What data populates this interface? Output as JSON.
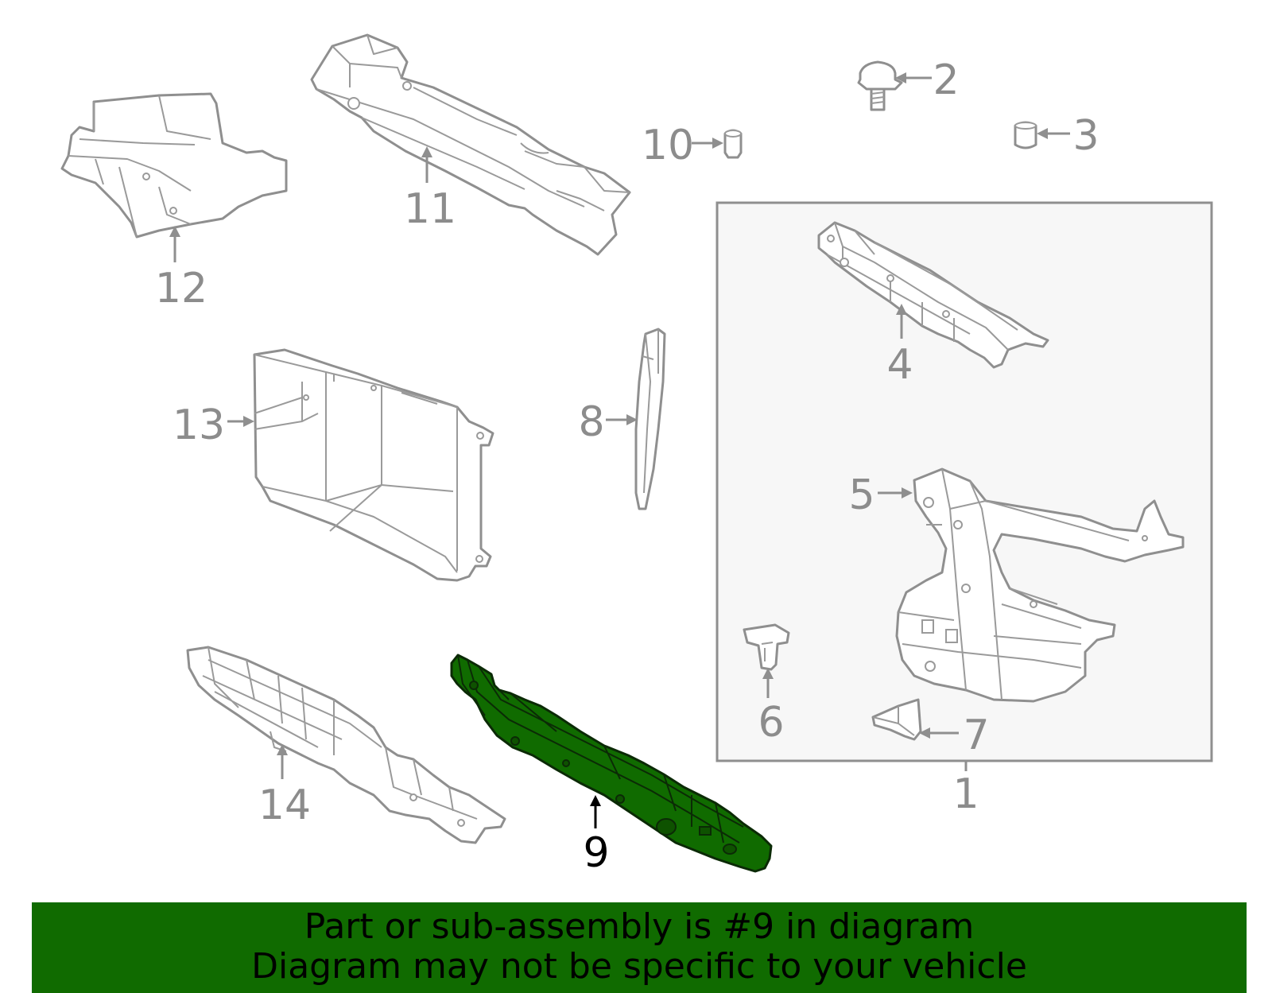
{
  "callouts": {
    "c1": "1",
    "c2": "2",
    "c3": "3",
    "c4": "4",
    "c5": "5",
    "c6": "6",
    "c7": "7",
    "c8": "8",
    "c9": "9",
    "c10": "10",
    "c11": "11",
    "c12": "12",
    "c13": "13",
    "c14": "14"
  },
  "banner": {
    "line1": "Part or sub-assembly is #9 in diagram",
    "line2": "Diagram may not be specific to your vehicle"
  },
  "colors": {
    "highlight": "#106b00",
    "part_line": "#8f8f8f",
    "callout_text": "#8c8c8c",
    "selected_callout": "#000000",
    "group_box_fill": "#f7f7f7"
  },
  "selected_part": "9"
}
